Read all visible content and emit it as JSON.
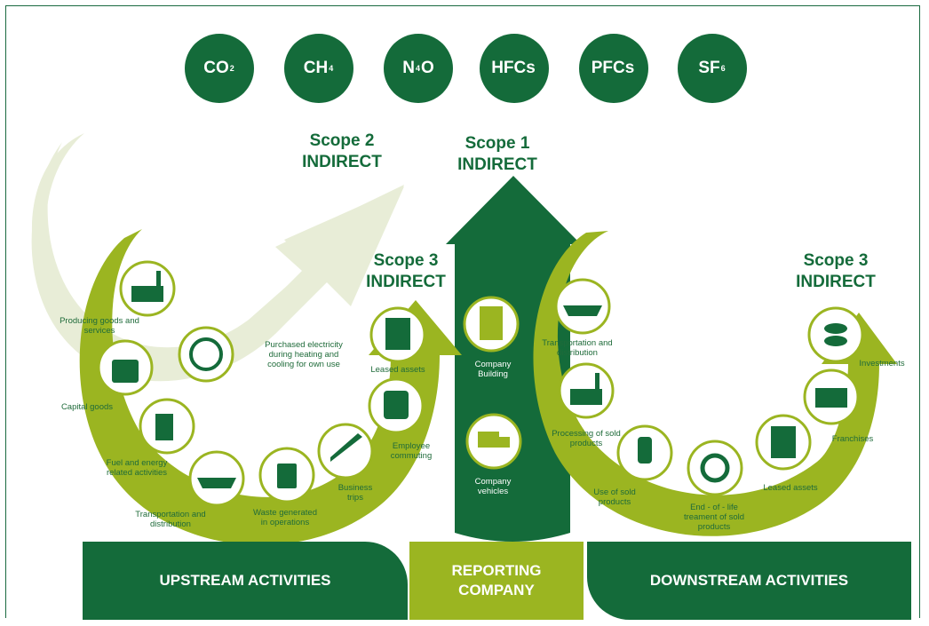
{
  "gases": [
    {
      "base": "CO",
      "sub": "2",
      "tail": ""
    },
    {
      "base": "CH",
      "sub": "4",
      "tail": ""
    },
    {
      "base": "N",
      "sub": "4",
      "tail": "O"
    },
    {
      "base": "HFCs",
      "sub": "",
      "tail": ""
    },
    {
      "base": "PFCs",
      "sub": "",
      "tail": ""
    },
    {
      "base": "SF",
      "sub": "6",
      "tail": ""
    }
  ],
  "scopes": {
    "scope2": {
      "name": "Scope 2",
      "type": "INDIRECT"
    },
    "scope1": {
      "name": "Scope 1",
      "type": "INDIRECT"
    },
    "scope3_up": {
      "name": "Scope 3",
      "type": "INDIRECT"
    },
    "scope3_down": {
      "name": "Scope 3",
      "type": "INDIRECT"
    }
  },
  "upstream_labels": {
    "producing": "Producing goods and services",
    "capital": "Capital goods",
    "fuel": "Fuel and energy related activities",
    "transport": "Transportation and distribution",
    "waste": "Waste generated in operations",
    "business": "Business trips",
    "commuting": "Employee commuting",
    "leased": "Leased assets",
    "electricity": "Purchased electricity during heating and cooling for own use"
  },
  "company_labels": {
    "building": "Company Building",
    "vehicles": "Company vehicles"
  },
  "downstream_labels": {
    "transport": "Transportation and distribution",
    "processing": "Processing of sold products",
    "use": "Use of sold products",
    "eol": "End - of - life treament of sold products",
    "leased": "Leased assets",
    "franchises": "Franchises",
    "investments": "Investments"
  },
  "bars": {
    "upstream": "UPSTREAM ACTIVITIES",
    "reporting": "REPORTING COMPANY",
    "downstream": "DOWNSTREAM ACTIVITIES"
  },
  "colors": {
    "dark_green": "#146b3a",
    "lime_green": "#9bb521",
    "pale_green": "#e8edd7"
  }
}
